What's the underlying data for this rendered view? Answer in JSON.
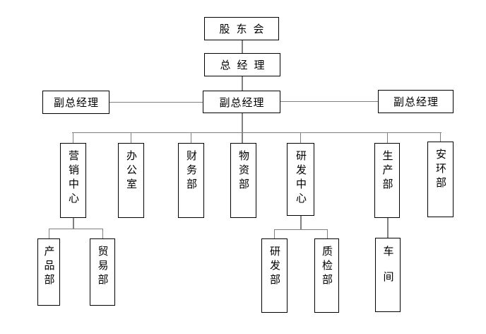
{
  "diagram": {
    "type": "org-chart",
    "background": "#ffffff",
    "box_border_color": "#000000",
    "connector_color": "#808080",
    "text_color": "#000000",
    "nodes": {
      "shareholders": {
        "label": "股东会"
      },
      "gm": {
        "label": "总经理"
      },
      "dgm_left": {
        "label": "副总经理"
      },
      "dgm_center": {
        "label": "副总经理"
      },
      "dgm_right": {
        "label": "副总经理"
      },
      "marketing": {
        "label": "营销中心"
      },
      "office": {
        "label": "办公室"
      },
      "finance": {
        "label": "财务部"
      },
      "materials": {
        "label": "物资部"
      },
      "rd_center": {
        "label": "研发中心"
      },
      "production": {
        "label": "生产部"
      },
      "safety": {
        "label": "安环部"
      },
      "product": {
        "label": "产品部"
      },
      "trade": {
        "label": "贸易部"
      },
      "rd_dept": {
        "label": "研发部"
      },
      "quality": {
        "label": "质检部"
      },
      "workshop": {
        "label": "车间"
      }
    },
    "edges": [
      {
        "from": "shareholders",
        "to": "gm"
      },
      {
        "from": "gm",
        "to": "dgm_center"
      },
      {
        "from": "dgm_center",
        "to": "dgm_left"
      },
      {
        "from": "dgm_center",
        "to": "dgm_right"
      },
      {
        "from": "dgm_center",
        "to": "marketing"
      },
      {
        "from": "dgm_center",
        "to": "office"
      },
      {
        "from": "dgm_center",
        "to": "finance"
      },
      {
        "from": "dgm_center",
        "to": "materials"
      },
      {
        "from": "dgm_center",
        "to": "rd_center"
      },
      {
        "from": "dgm_center",
        "to": "production"
      },
      {
        "from": "dgm_center",
        "to": "safety"
      },
      {
        "from": "marketing",
        "to": "product"
      },
      {
        "from": "marketing",
        "to": "trade"
      },
      {
        "from": "rd_center",
        "to": "rd_dept"
      },
      {
        "from": "rd_center",
        "to": "quality"
      },
      {
        "from": "production",
        "to": "workshop"
      }
    ]
  }
}
